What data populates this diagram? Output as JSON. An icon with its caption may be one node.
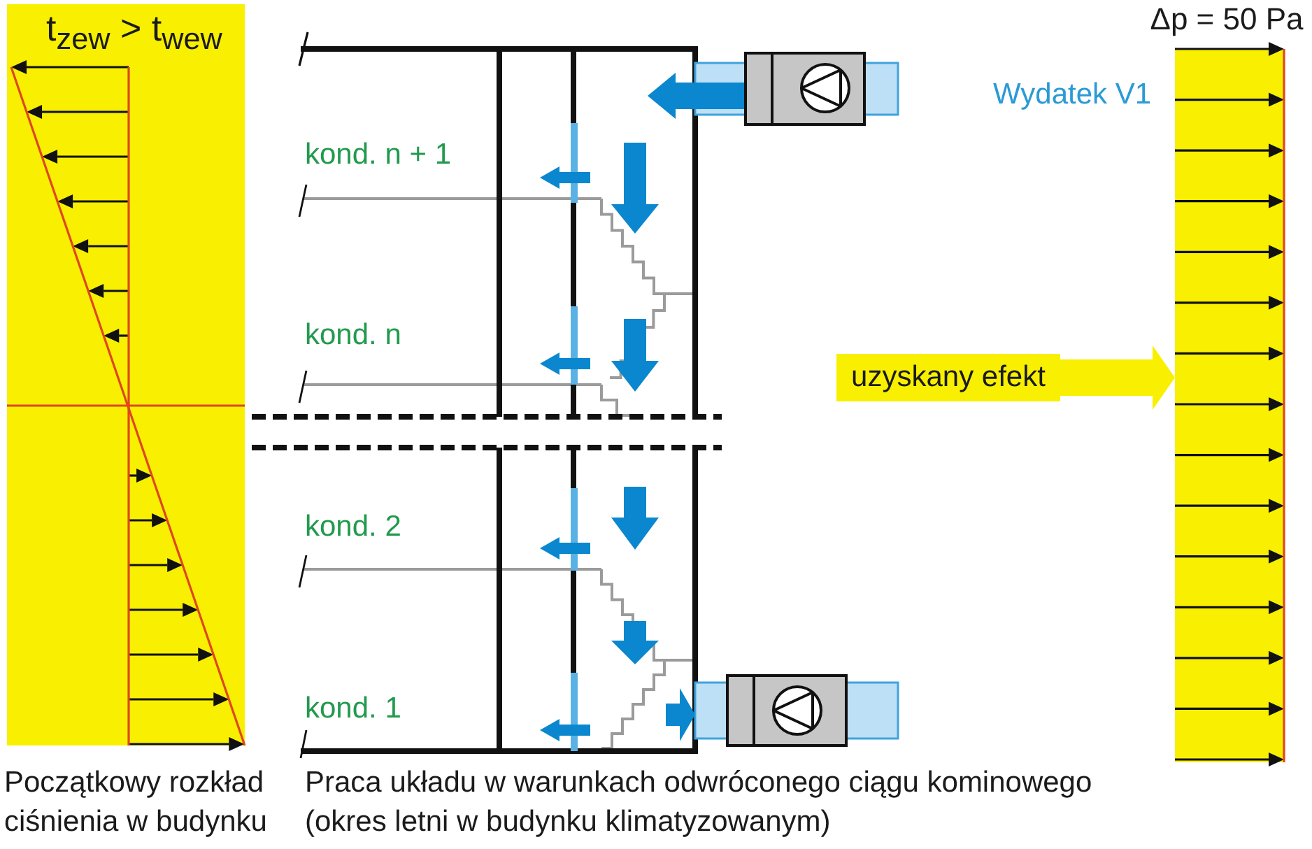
{
  "diagram": {
    "nodes": [
      {
        "text": [
          "t$_{zew}$ > t$_{wew}$"
        ],
        "beside": [
          "Początkowy rozkład ciśnienia w budynku"
        ]
      },
      {
        "text": [
          "Δp = 50 Pa"
        ]
      },
      {
        "text": [
          "uzyskany efekt"
        ]
      }
    ],
    "edges": [
      {
        "from": 2,
        "to": 1,
        "arrow": "to"
      }
    ],
    "labels": [
      "Wydatek V1",
      "kond. n + 1",
      "kond. n",
      "kond. 2",
      "kond. 1",
      "Praca układu w warunkach odwróconego ciągu kominowego (okres letni w budynku klimatyzowanym)"
    ]
  }
}
